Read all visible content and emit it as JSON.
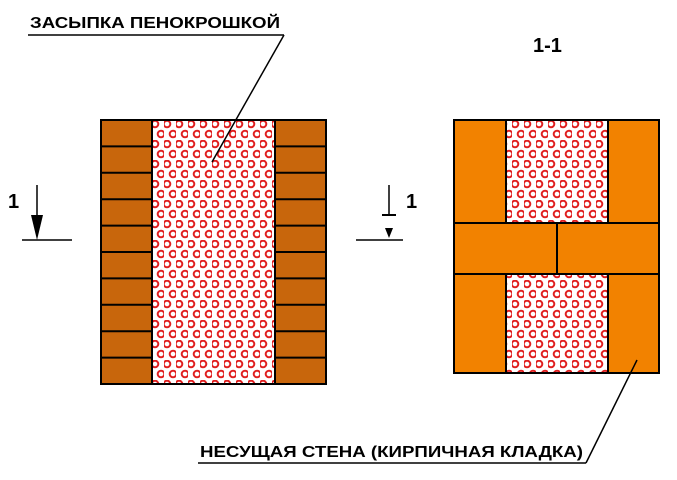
{
  "labels": {
    "backfill": "ЗАСЫПКА ПЕНОКРОШКОЙ",
    "bearing_wall": "НЕСУЩАЯ СТЕНА (КИРПИЧНАЯ КЛАДКА)",
    "section_title": "1-1",
    "section_mark_left": "1",
    "section_mark_right": "1"
  },
  "colors": {
    "brick_elevation": "#c8660c",
    "brick_section": "#f28200",
    "foam_ring": "#e02020",
    "line": "#000000"
  }
}
